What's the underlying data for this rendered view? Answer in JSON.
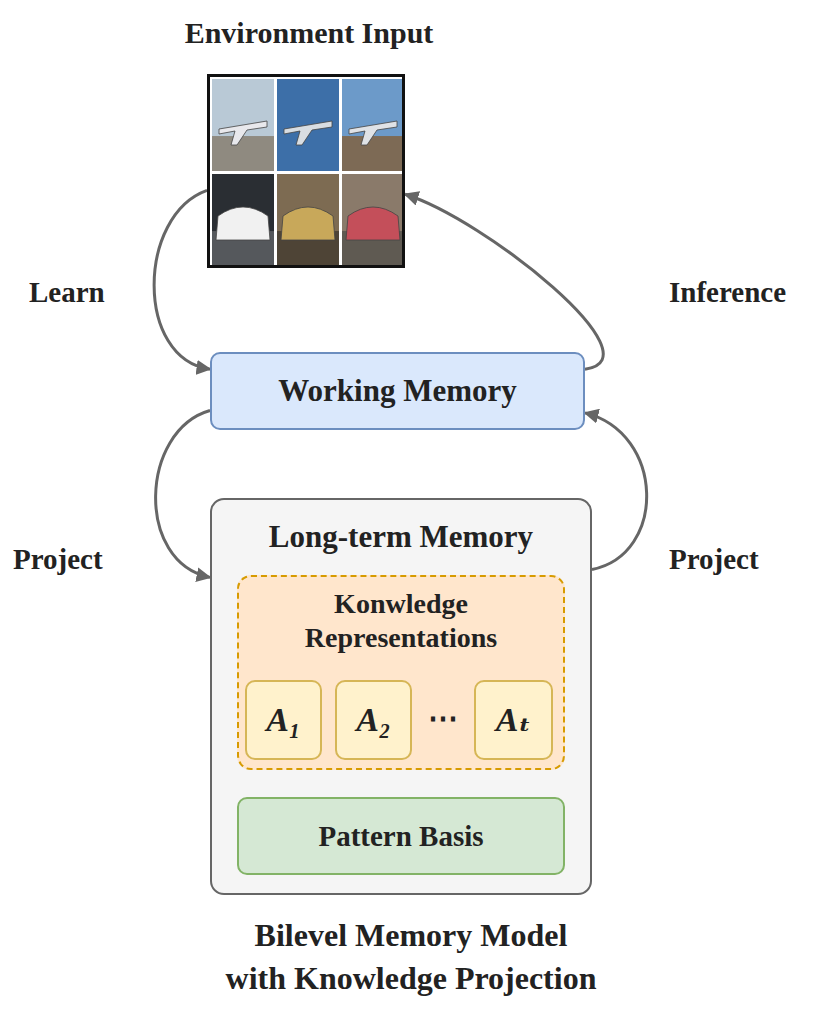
{
  "diagram": {
    "caption": "Bilevel Memory Model with Knowledge Projection",
    "nodes": [
      {
        "text": [
          "Environment Input"
        ]
      },
      {
        "text": [
          "Working Memory"
        ]
      },
      {
        "text": [
          "Long-term Memory"
        ]
      },
      {
        "text": [
          "Konwledge Representations"
        ],
        "in": 2
      },
      {
        "text": [
          "A₁"
        ],
        "in": 3
      },
      {
        "text": [
          "A₂"
        ],
        "in": 3
      },
      {
        "text": [
          "Aₜ"
        ],
        "in": 3
      },
      {
        "text": [
          "Pattern Basis"
        ],
        "in": 2
      }
    ],
    "edges": [
      {
        "from": 0,
        "to": 1,
        "label": "Learn",
        "arrow": "to"
      },
      {
        "from": 1,
        "to": 0,
        "label": "Inference",
        "arrow": "to"
      },
      {
        "from": 1,
        "to": 2,
        "label": "Project",
        "arrow": "to"
      },
      {
        "from": 2,
        "to": 1,
        "label": "Project",
        "arrow": "to"
      }
    ],
    "labels": [
      "⋯"
    ]
  }
}
